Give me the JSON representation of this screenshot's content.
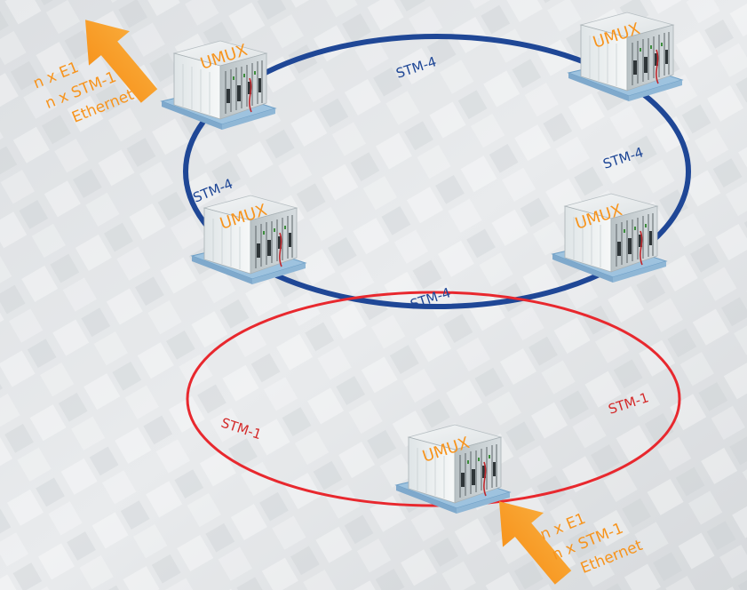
{
  "colors": {
    "upper_ring": "#1f4796",
    "lower_ring": "#e8282e",
    "arrow": "#f7941d",
    "node_label": "#f7941d",
    "upper_link_label": "#1f4796",
    "lower_link_label": "#d42a2a"
  },
  "nodes": [
    {
      "id": "node-top-left",
      "label": "UMUX"
    },
    {
      "id": "node-top-right",
      "label": "UMUX"
    },
    {
      "id": "node-mid-left",
      "label": "UMUX"
    },
    {
      "id": "node-mid-right",
      "label": "UMUX"
    },
    {
      "id": "node-bottom",
      "label": "UMUX"
    }
  ],
  "upper_ring": {
    "links": [
      {
        "id": "link-top",
        "label": "STM-4"
      },
      {
        "id": "link-right",
        "label": "STM-4"
      },
      {
        "id": "link-left",
        "label": "STM-4"
      },
      {
        "id": "link-bottom",
        "label": "STM-4"
      }
    ]
  },
  "lower_ring": {
    "links": [
      {
        "id": "link-lower-left",
        "label": "STM-1"
      },
      {
        "id": "link-lower-right",
        "label": "STM-1"
      }
    ]
  },
  "interfaces_top": {
    "icon": "up-arrow-icon",
    "lines": [
      "n x E1",
      "n x STM-1",
      "Ethernet"
    ]
  },
  "interfaces_bottom": {
    "icon": "up-arrow-icon",
    "lines": [
      "n x E1",
      "n x STM-1",
      "Ethernet"
    ]
  }
}
